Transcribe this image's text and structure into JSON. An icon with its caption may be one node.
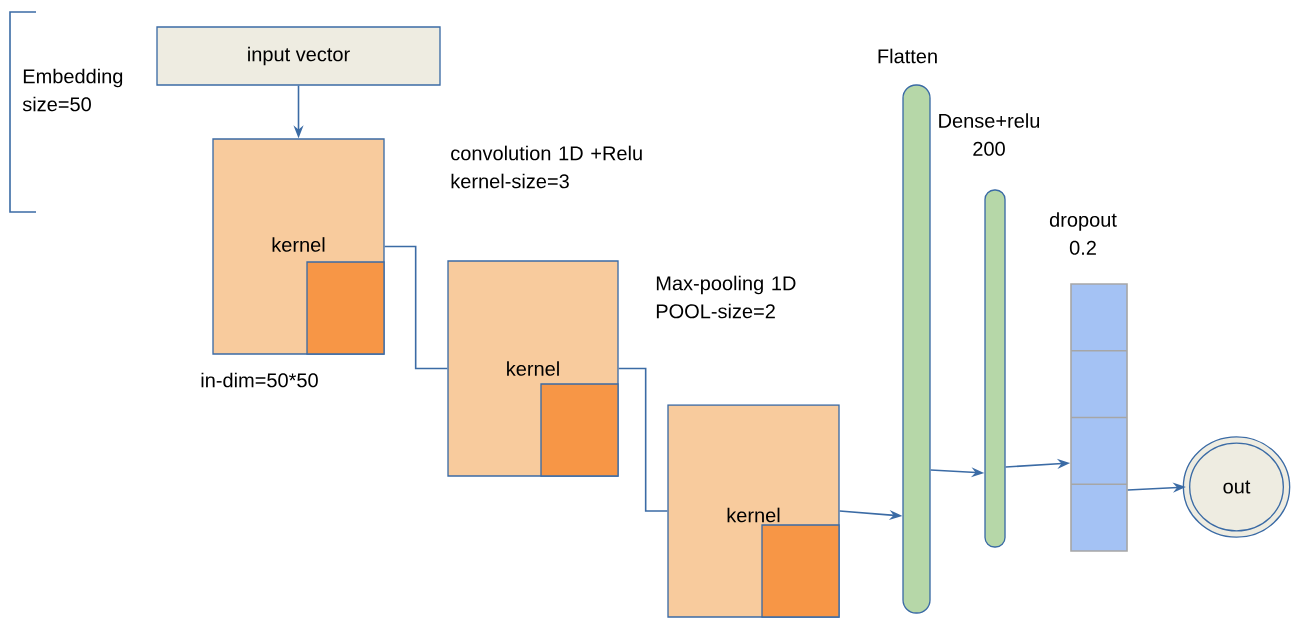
{
  "diagram": {
    "nodes": [
      {
        "text": [
          "input vector"
        ]
      },
      {
        "text": [
          "kernel"
        ]
      },
      {
        "text": [],
        "shape": "box",
        "in": 1
      },
      {
        "text": [
          "kernel"
        ]
      },
      {
        "text": [],
        "shape": "box",
        "in": 3
      },
      {
        "text": [
          "kernel"
        ]
      },
      {
        "text": [],
        "shape": "box",
        "in": 5
      },
      {
        "text": [
          "Flatten"
        ]
      },
      {
        "text": [
          "Dense+relu 200"
        ]
      },
      {
        "text": [
          "dropout 0.2"
        ]
      },
      {
        "text": [
          "out"
        ]
      }
    ],
    "edges": [
      {
        "from": 0,
        "to": 1,
        "arrow": "to"
      },
      {
        "from": 1,
        "to": 3,
        "arrow": "none"
      },
      {
        "from": 3,
        "to": 5,
        "arrow": "none"
      },
      {
        "from": 5,
        "to": 7,
        "arrow": "to"
      },
      {
        "from": 7,
        "to": 8,
        "arrow": "to"
      },
      {
        "from": 8,
        "to": 9,
        "arrow": "to"
      },
      {
        "from": 9,
        "to": 10,
        "arrow": "to"
      }
    ],
    "labels": [
      "Embedding size=50",
      "convolution 1D +Relu kernel-size=3",
      "Max-pooling 1D POOL-size=2",
      "in-dim=50*50"
    ]
  }
}
